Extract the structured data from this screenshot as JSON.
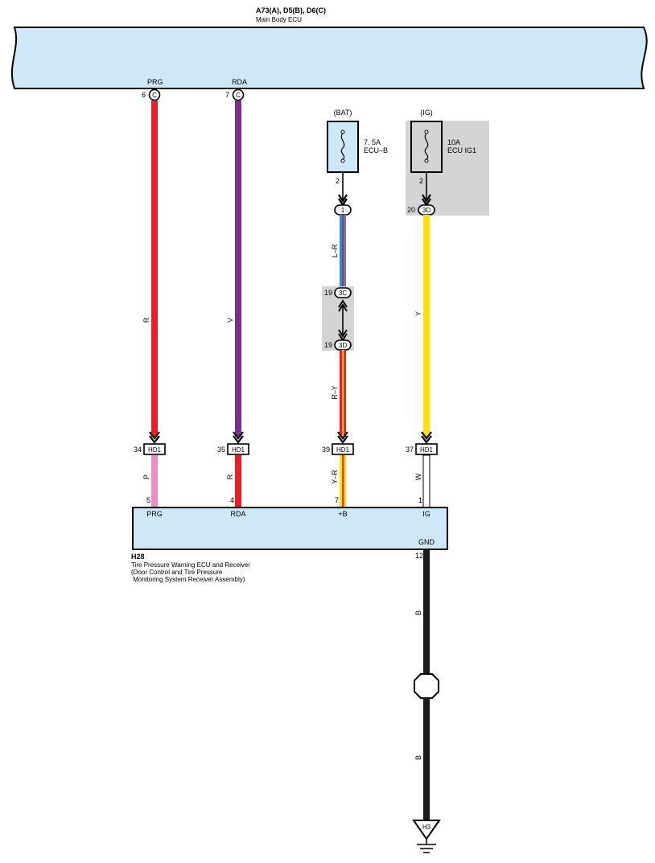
{
  "main_ecu": {
    "title": "A73(A), D5(B), D6(C)",
    "name": "Main Body ECU",
    "terminals": [
      {
        "label": "PRG",
        "pin": "6",
        "connector": "C"
      },
      {
        "label": "RDA",
        "pin": "7",
        "connector": "C"
      }
    ]
  },
  "fuses": [
    {
      "source": "(BAT)",
      "rating": "7. 5A",
      "name": "ECU–B",
      "pin": "2"
    },
    {
      "source": "(IG)",
      "rating": "10A",
      "name": "ECU IG1",
      "pin": "2"
    }
  ],
  "junctions": {
    "bat_connector": {
      "code": "1"
    },
    "ig_connector": {
      "pin": "20",
      "code": "3D"
    },
    "mid_upper": {
      "pin": "19",
      "code": "3C"
    },
    "mid_lower": {
      "pin": "19",
      "code": "3D"
    }
  },
  "hd1_connectors": [
    {
      "pin": "34",
      "code": "HD1"
    },
    {
      "pin": "35",
      "code": "HD1"
    },
    {
      "pin": "39",
      "code": "HD1"
    },
    {
      "pin": "37",
      "code": "HD1"
    }
  ],
  "wires": {
    "prg_upper": "R",
    "rda_upper": "V",
    "bat_upper": "L–R",
    "bat_middle": "R–Y",
    "ig_upper": "Y",
    "prg_lower": "P",
    "rda_lower": "R",
    "bat_lower": "Y–R",
    "ig_lower": "W",
    "gnd_upper": "B",
    "gnd_lower": "B"
  },
  "wire_colors": {
    "red": "#ee1c25",
    "violet": "#7a2f8f",
    "yellow": "#ffe000",
    "blue": "#2a8fd6",
    "pink": "#f08cc4",
    "orange": "#f7931e",
    "black": "#1a1a1a",
    "ecu_fill": "#cde9f7",
    "shade": "#d4d4d6"
  },
  "receiver": {
    "code": "H28",
    "name_lines": [
      "Tire Pressure Warning ECU and Receiver",
      "(Door Control and Tire Pressure",
      " Monitoring System Receiver Assembly)"
    ],
    "terminals": [
      {
        "pin": "5",
        "label": "PRG"
      },
      {
        "pin": "4",
        "label": "RDA"
      },
      {
        "pin": "7",
        "label": "+B"
      },
      {
        "pin": "1",
        "label": "IG"
      }
    ],
    "gnd_label": "GND",
    "gnd_pin": "12"
  },
  "ground": {
    "code": "H3"
  }
}
